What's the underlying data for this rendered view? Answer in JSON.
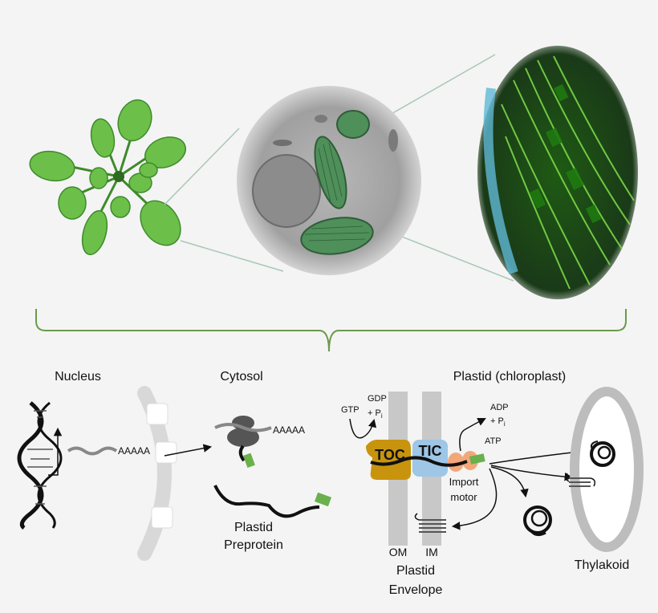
{
  "labels": {
    "nucleus": "Nucleus",
    "cytosol": "Cytosol",
    "plastid_chloroplast": "Plastid (chloroplast)",
    "polya_nucleus": "AAAAA",
    "polya_cytosol": "AAAAA",
    "plastid_preprotein_line1": "Plastid",
    "plastid_preprotein_line2": "Preprotein",
    "gtp": "GTP",
    "gdp": "GDP",
    "gdp_pi_prefix": "+ P",
    "gdp_pi_sub": "i",
    "adp": "ADP",
    "adp_pi_prefix": "+ P",
    "adp_pi_sub": "i",
    "atp": "ATP",
    "toc": "TOC",
    "tic": "TIC",
    "import_motor_line1": "Import",
    "import_motor_line2": "motor",
    "om": "OM",
    "im": "IM",
    "plastid_envelope_line1": "Plastid",
    "plastid_envelope_line2": "Envelope",
    "thylakoid": "Thylakoid"
  },
  "colors": {
    "background": "#f4f4f4",
    "bracket": "#6b9a4a",
    "zoom_lines": "#a9c7b5",
    "leaf_green": "#6cc04a",
    "leaf_green_dark": "#3e8a2a",
    "em_gray": "#9a9a9a",
    "chloroplast_green": "#4f8f5a",
    "thylakoid_green": "#3f8a2a",
    "membrane_gray": "#c8c8c8",
    "toc_color": "#c8940e",
    "tic_color": "#9ec6e6",
    "import_motor_color": "#f2a77a",
    "transit_peptide": "#6ab04c"
  },
  "icons": [
    "dna-icon",
    "ribosome-icon",
    "thylakoid-coil-icon",
    "membrane-protein-icon"
  ]
}
